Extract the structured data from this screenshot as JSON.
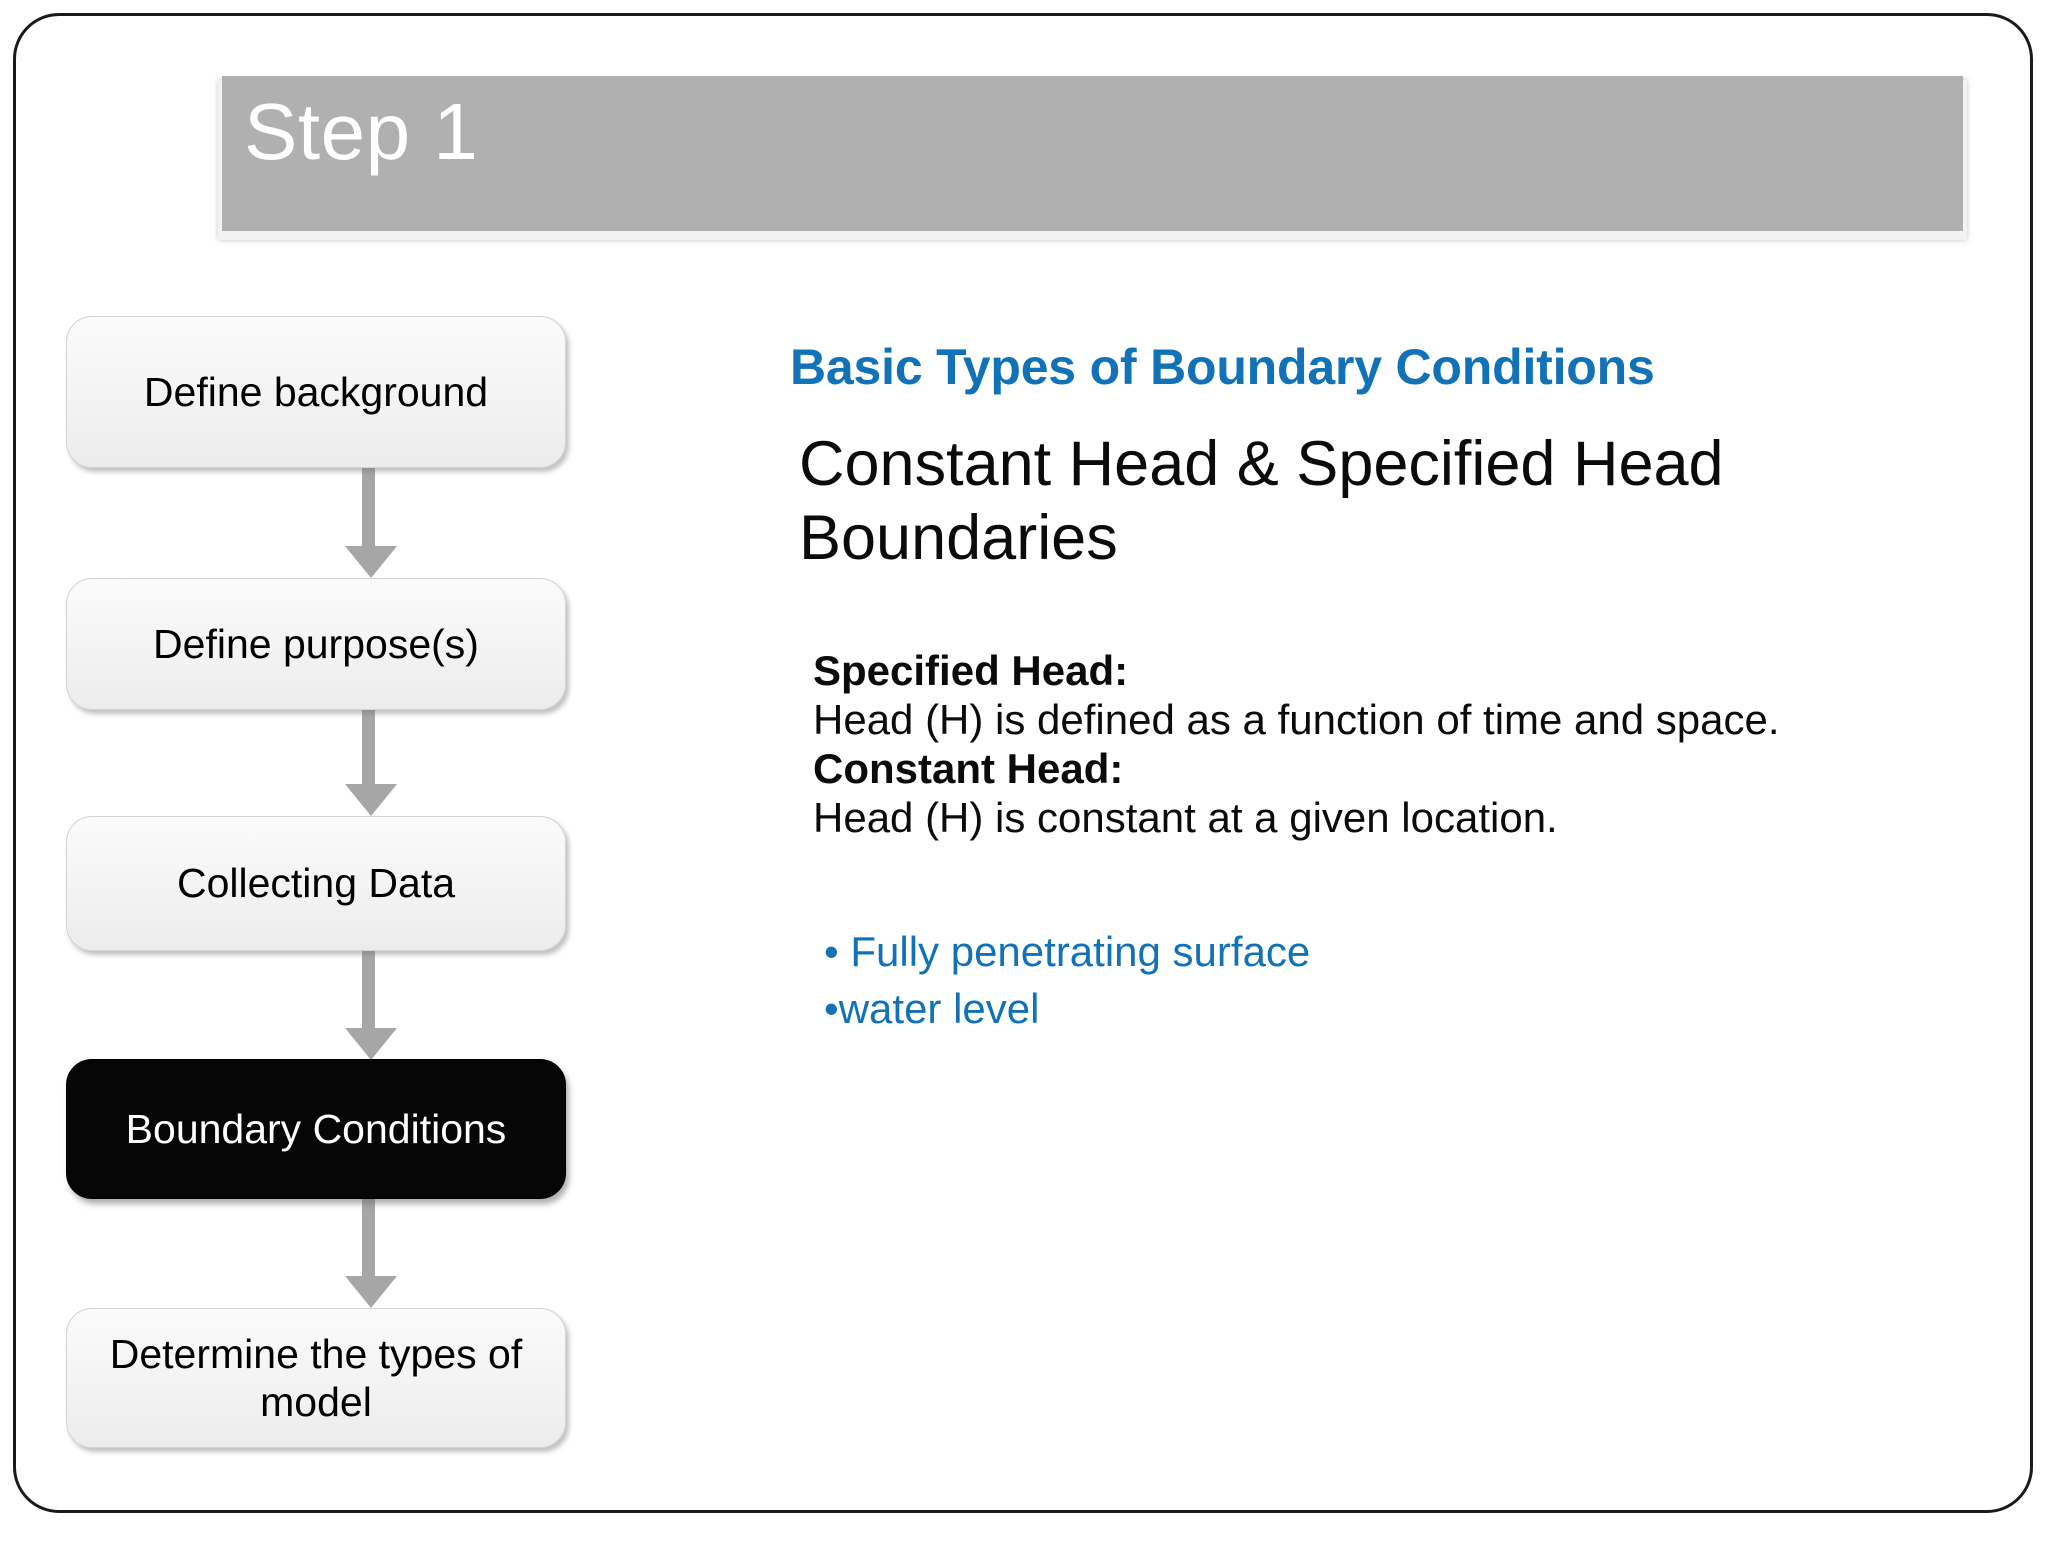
{
  "slide": {
    "title": "Step 1",
    "accent_blue": "#1272b8",
    "title_bar_color": "#b0b0b0",
    "highlight_box_color": "#060606"
  },
  "flowchart": {
    "steps": [
      {
        "label": "Define background",
        "state": "normal"
      },
      {
        "label": "Define purpose(s)",
        "state": "normal"
      },
      {
        "label": "Collecting Data",
        "state": "normal"
      },
      {
        "label": "Boundary Conditions",
        "state": "active"
      },
      {
        "label": "Determine the types of model",
        "state": "normal"
      }
    ],
    "connector_color": "#a6a6a6"
  },
  "content": {
    "kicker": "Basic Types of Boundary Conditions",
    "headline": "Constant Head & Specified Head Boundaries",
    "body": [
      {
        "text": "Specified Head:",
        "bold": true
      },
      {
        "text": "Head (H) is defined as a function of time and space.",
        "bold": false
      },
      {
        "text": "Constant Head:",
        "bold": true
      },
      {
        "text": "Head (H) is constant at a given location.",
        "bold": false
      }
    ],
    "bullets": [
      "• Fully penetrating surface",
      "•water level"
    ]
  }
}
